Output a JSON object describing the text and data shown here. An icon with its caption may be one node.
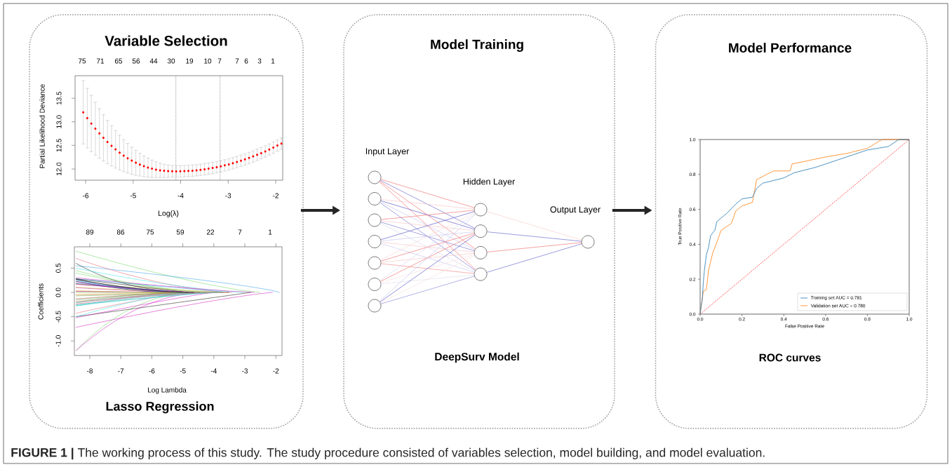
{
  "diagram": {
    "caption": "**FIGURE 1 |** The working process of this study. The study procedure consisted of variables selection, model building, and model evaluation.",
    "nodes": [
      {
        "text": [
          "Variable Selection",
          "Lasso Regression"
        ]
      },
      {
        "text": [
          "Model Training",
          "DeepSurv Model"
        ]
      },
      {
        "text": [
          "Model Performance",
          "ROC curves"
        ]
      },
      {
        "text": [],
        "shape": "circle",
        "in": 1
      },
      {
        "text": [],
        "shape": "circle",
        "in": 1
      },
      {
        "text": [],
        "shape": "circle",
        "in": 1
      },
      {
        "text": [],
        "shape": "circle",
        "in": 1
      },
      {
        "text": [],
        "shape": "circle",
        "in": 1
      },
      {
        "text": [],
        "shape": "circle",
        "in": 1
      },
      {
        "text": [],
        "shape": "circle",
        "in": 1
      },
      {
        "text": [],
        "shape": "circle",
        "in": 1
      },
      {
        "text": [],
        "shape": "circle",
        "in": 1
      },
      {
        "text": [],
        "shape": "circle",
        "in": 1
      },
      {
        "text": [],
        "shape": "circle",
        "in": 1
      },
      {
        "text": [],
        "shape": "circle",
        "in": 1
      }
    ],
    "edges": [
      {
        "from": 0,
        "to": 1,
        "arrow": "to",
        "style": "thick",
        "color": "#262626"
      },
      {
        "from": 1,
        "to": 2,
        "arrow": "to",
        "style": "thick",
        "color": "#262626"
      },
      {
        "from": 3,
        "to": 10,
        "arrow": "none",
        "color": "#f07878"
      },
      {
        "from": 3,
        "to": 11,
        "arrow": "none",
        "color": "#7070d0"
      },
      {
        "from": 3,
        "to": 12,
        "arrow": "none",
        "color": "#f07878"
      },
      {
        "from": 3,
        "to": 13,
        "arrow": "none",
        "color": "#f07878"
      },
      {
        "from": 4,
        "to": 10,
        "arrow": "none",
        "color": "#f8c8c8"
      },
      {
        "from": 4,
        "to": 11,
        "arrow": "none",
        "color": "#6060c8"
      },
      {
        "from": 4,
        "to": 12,
        "arrow": "none",
        "color": "#c8c8f0"
      },
      {
        "from": 4,
        "to": 13,
        "arrow": "none",
        "color": "#8080d8"
      },
      {
        "from": 5,
        "to": 10,
        "arrow": "none",
        "color": "#f07878"
      },
      {
        "from": 5,
        "to": 11,
        "arrow": "none",
        "color": "#f8c8c8"
      },
      {
        "from": 5,
        "to": 12,
        "arrow": "none",
        "color": "#8080d8"
      },
      {
        "from": 5,
        "to": 13,
        "arrow": "none",
        "color": "#d8d8f0"
      },
      {
        "from": 6,
        "to": 10,
        "arrow": "none",
        "color": "#6060c8"
      },
      {
        "from": 6,
        "to": 11,
        "arrow": "none",
        "color": "#c8c8f0"
      },
      {
        "from": 6,
        "to": 12,
        "arrow": "none",
        "color": "#f8c8c8"
      },
      {
        "from": 6,
        "to": 13,
        "arrow": "none",
        "color": "#c8c8f0"
      },
      {
        "from": 7,
        "to": 10,
        "arrow": "none",
        "color": "#f8d8d8"
      },
      {
        "from": 7,
        "to": 11,
        "arrow": "none",
        "color": "#f07878"
      },
      {
        "from": 7,
        "to": 12,
        "arrow": "none",
        "color": "#f8c8c8"
      },
      {
        "from": 7,
        "to": 13,
        "arrow": "none",
        "color": "#f09090"
      },
      {
        "from": 8,
        "to": 10,
        "arrow": "none",
        "color": "#d8d8f0"
      },
      {
        "from": 8,
        "to": 11,
        "arrow": "none",
        "color": "#f07878"
      },
      {
        "from": 8,
        "to": 12,
        "arrow": "none",
        "color": "#f8e0e0"
      },
      {
        "from": 8,
        "to": 13,
        "arrow": "none",
        "color": "#e0e0f0"
      },
      {
        "from": 9,
        "to": 10,
        "arrow": "none",
        "color": "#c8c8f0"
      },
      {
        "from": 9,
        "to": 11,
        "arrow": "none",
        "color": "#6060c8"
      },
      {
        "from": 9,
        "to": 12,
        "arrow": "none",
        "color": "#f8e0e0"
      },
      {
        "from": 9,
        "to": 13,
        "arrow": "none",
        "color": "#9090e0"
      },
      {
        "from": 10,
        "to": 14,
        "arrow": "none",
        "color": "#f8d0d0"
      },
      {
        "from": 11,
        "to": 14,
        "arrow": "none",
        "color": "#7070d0"
      },
      {
        "from": 12,
        "to": 14,
        "arrow": "none",
        "color": "#f07878"
      },
      {
        "from": 13,
        "to": 14,
        "arrow": "none",
        "color": "#7070d0"
      }
    ],
    "labels": [
      "75",
      "71",
      "65",
      "56",
      "44",
      "30",
      "19",
      "10",
      "7",
      "7",
      "6",
      "3",
      "1",
      "12.0",
      "12.5",
      "13.0",
      "13.5",
      "Partial Likelihood Deviance",
      "-6",
      "-5",
      "-4",
      "-3",
      "-2",
      "Log(λ)",
      "89",
      "86",
      "75",
      "59",
      "22",
      "7",
      "1",
      "-1.0",
      "-0.5",
      "0.0",
      "0.5",
      "Coefficients",
      "-8",
      "-7",
      "-6",
      "-5",
      "-4",
      "-3",
      "-2",
      "Log Lambda",
      "Input Layer",
      "Hidden Layer",
      "Output Layer",
      "0.0",
      "0.2",
      "0.4",
      "0.6",
      "0.8",
      "1.0",
      "True Positive Rate",
      "0.0",
      "0.2",
      "0.4",
      "0.6",
      "0.8",
      "1.0",
      "False Positive Rate"
    ],
    "legend": [
      {
        "text": "Training set AUC = 0.781"
      },
      {
        "text": "Validation set AUC = 0.780"
      }
    ]
  }
}
